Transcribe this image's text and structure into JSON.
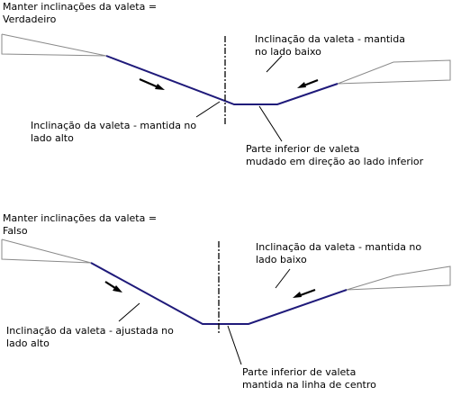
{
  "panels": [
    {
      "heading": "Manter inclinações da valeta =\nVerdadeiro",
      "labels": {
        "high_side": "Inclinação da valeta - mantida no\nlado alto",
        "low_side": "Inclinação da valeta - mantida\nno lado baixo",
        "bottom": "Parte inferior de valeta\nmudado em direção ao lado inferior"
      }
    },
    {
      "heading": "Manter inclinações da valeta =\nFalso",
      "labels": {
        "high_side": "Inclinação da valeta - ajustada no\nlado alto",
        "low_side": "Inclinação da valeta - mantida no\nlado baixo",
        "bottom": "Parte inferior de valeta\nmantida na linha de centro"
      }
    }
  ],
  "colors": {
    "ditch_line": "#1f1a7a",
    "surface_line": "#8a8a8a",
    "leader_line": "#000000",
    "centerline": "#000000",
    "arrow": "#000000"
  }
}
